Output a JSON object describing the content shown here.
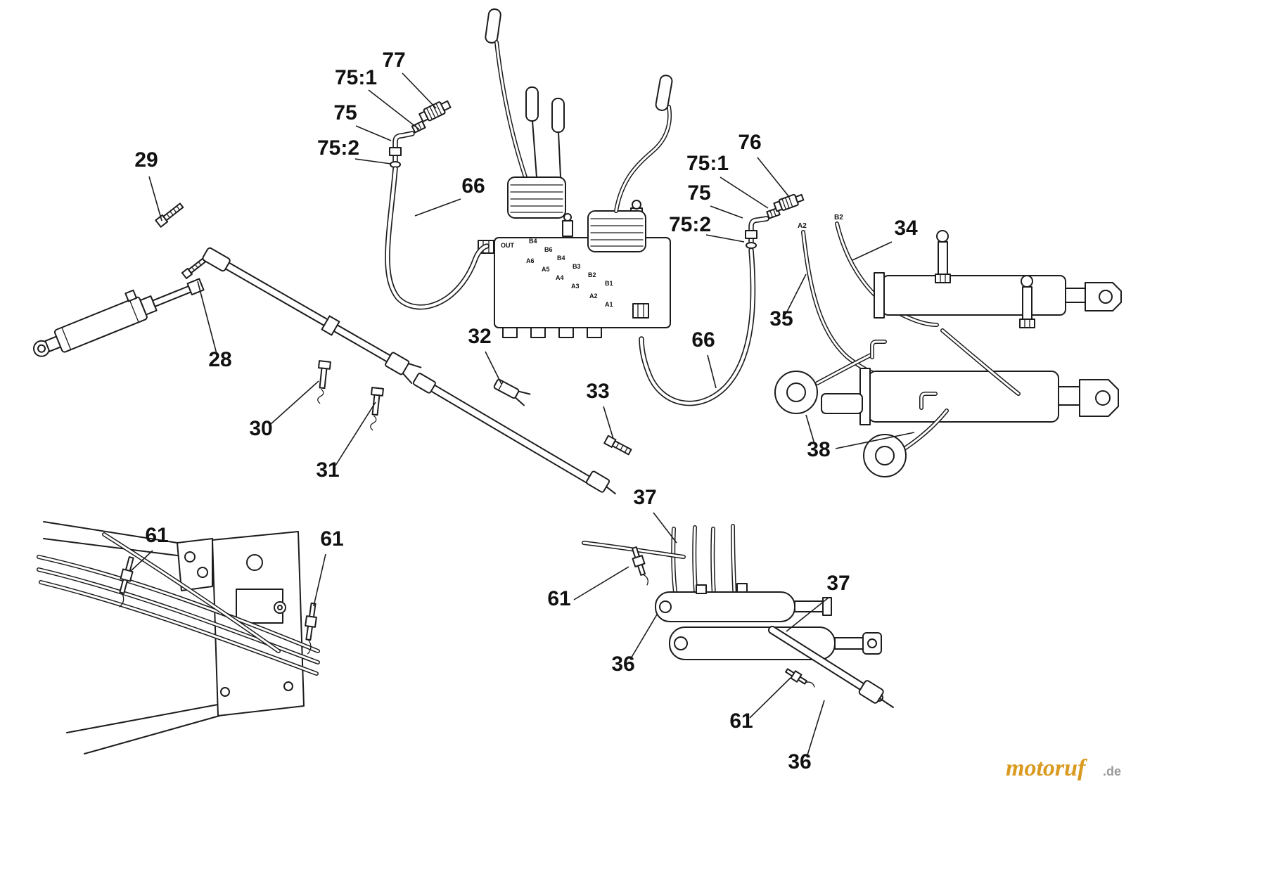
{
  "diagram": {
    "background": "#ffffff",
    "line_color": "#1c1c1c"
  },
  "callouts": [
    {
      "label": "77"
    },
    {
      "label": "75:1"
    },
    {
      "label": "75"
    },
    {
      "label": "75:2"
    },
    {
      "label": "29"
    },
    {
      "label": "66"
    },
    {
      "label": "76"
    },
    {
      "label": "75:1"
    },
    {
      "label": "75"
    },
    {
      "label": "75:2"
    },
    {
      "label": "34"
    },
    {
      "label": "35"
    },
    {
      "label": "28"
    },
    {
      "label": "30"
    },
    {
      "label": "31"
    },
    {
      "label": "32"
    },
    {
      "label": "33"
    },
    {
      "label": "66"
    },
    {
      "label": "38"
    },
    {
      "label": "37"
    },
    {
      "label": "61"
    },
    {
      "label": "61"
    },
    {
      "label": "61"
    },
    {
      "label": "36"
    },
    {
      "label": "37"
    },
    {
      "label": "61"
    },
    {
      "label": "36"
    }
  ],
  "valve": {
    "port_labels": [
      "OUT",
      "B4",
      "B6",
      "A6",
      "A5",
      "B4",
      "B3",
      "A4",
      "A3",
      "B2",
      "B1",
      "A2",
      "A1"
    ]
  },
  "hose_labels": [
    {
      "label": "A2"
    },
    {
      "label": "B2"
    }
  ],
  "watermark": {
    "brand": "motoruf",
    "tld": ".de",
    "brand_color": "#d99a1f",
    "tld_color": "#9a9a9a"
  }
}
